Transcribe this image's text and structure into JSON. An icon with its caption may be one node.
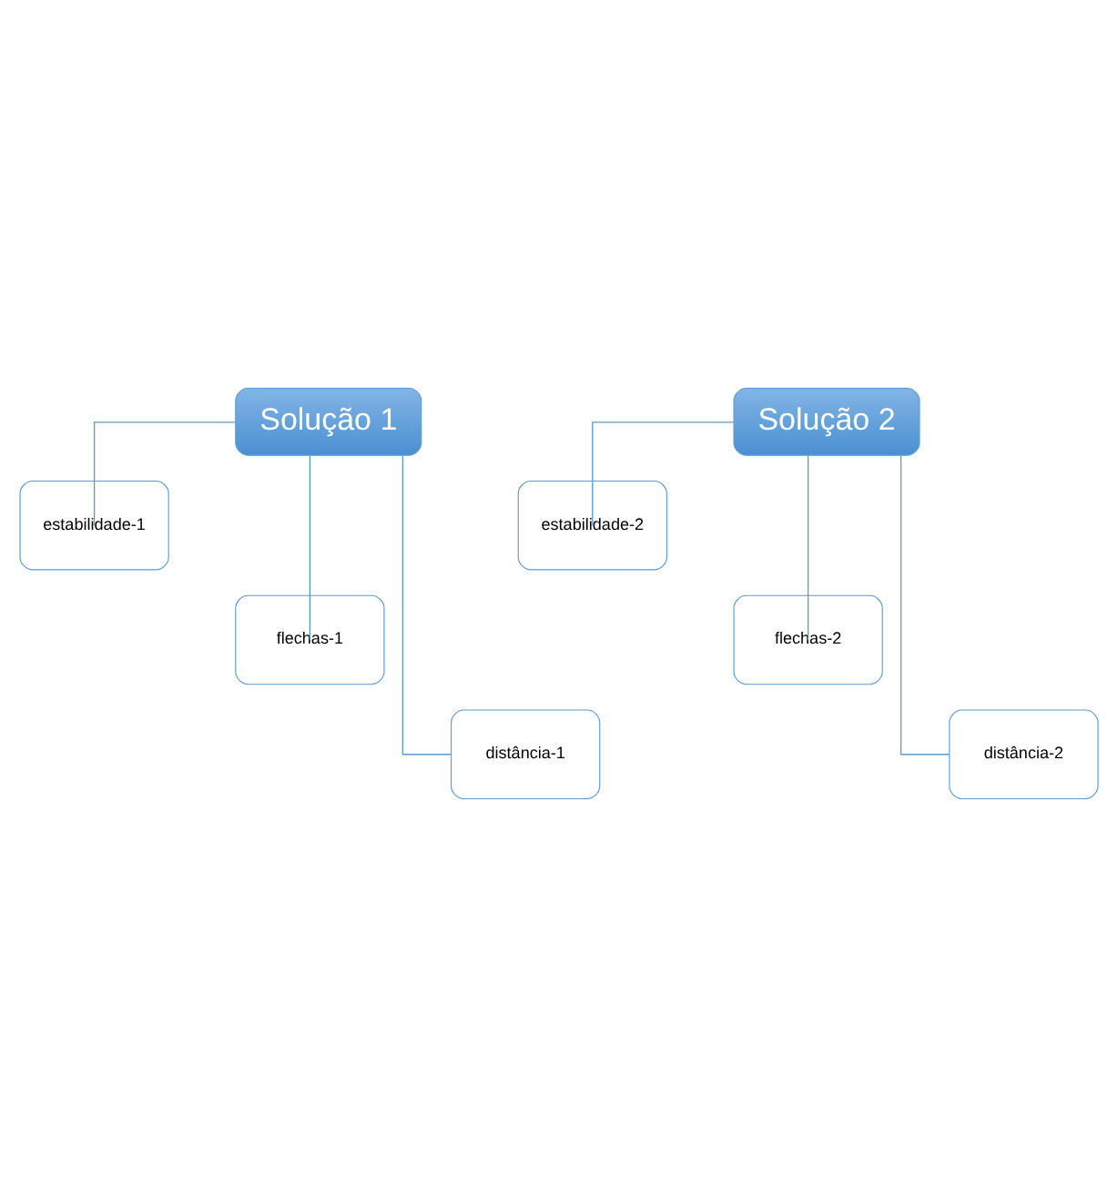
{
  "diagram": {
    "nodes": [
      {
        "text": [
          "Solução 1"
        ]
      },
      {
        "text": [
          "estabilidade-1"
        ]
      },
      {
        "text": [
          "flechas-1"
        ]
      },
      {
        "text": [
          "distância-1"
        ]
      },
      {
        "text": [
          "Solução 2"
        ]
      },
      {
        "text": [
          "estabilidade-2"
        ]
      },
      {
        "text": [
          "flechas-2"
        ]
      },
      {
        "text": [
          "distância-2"
        ]
      }
    ],
    "edges": [
      {
        "from": 0,
        "to": 1,
        "arrow": "none"
      },
      {
        "from": 0,
        "to": 2,
        "arrow": "none"
      },
      {
        "from": 0,
        "to": 3,
        "arrow": "none"
      },
      {
        "from": 4,
        "to": 5,
        "arrow": "none"
      },
      {
        "from": 4,
        "to": 6,
        "arrow": "none"
      },
      {
        "from": 4,
        "to": 7,
        "arrow": "none"
      }
    ]
  }
}
